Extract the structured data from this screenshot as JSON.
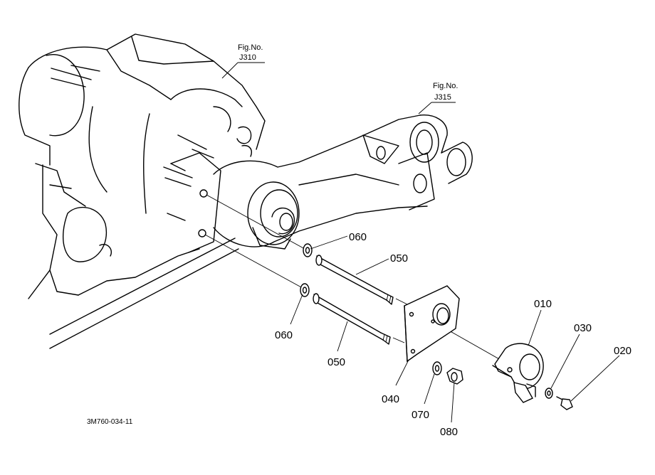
{
  "figure_refs": [
    {
      "title": "Fig.No.",
      "number": "J310"
    },
    {
      "title": "Fig.No.",
      "number": "J315"
    }
  ],
  "part_labels": {
    "p060_upper": "060",
    "p050_upper": "050",
    "p060_lower": "060",
    "p050_lower": "050",
    "p040": "040",
    "p070": "070",
    "p080": "080",
    "p010": "010",
    "p030": "030",
    "p020": "020"
  },
  "drawing_code": "3M760-034-11"
}
